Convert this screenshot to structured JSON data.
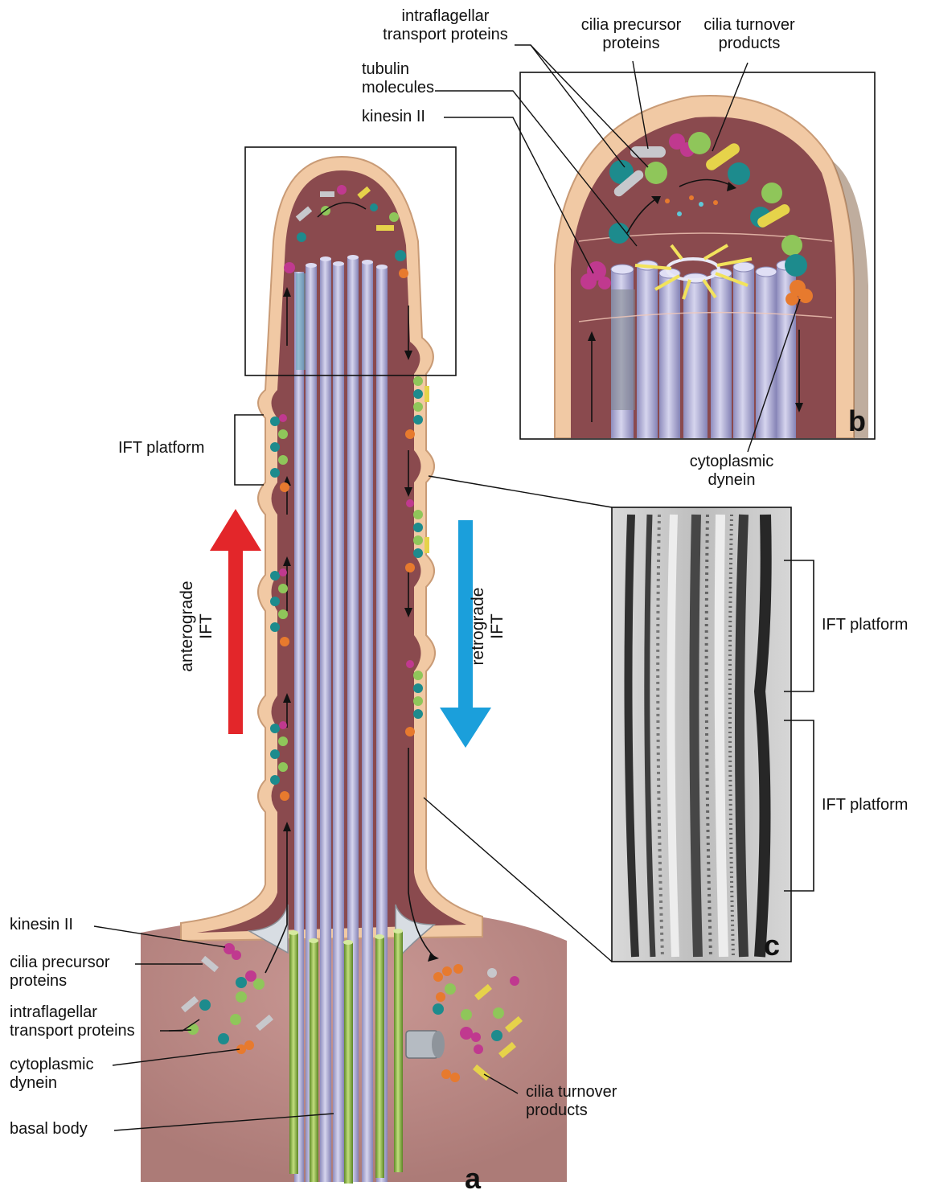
{
  "panels": {
    "a": "a",
    "b": "b",
    "c": "c"
  },
  "panel_b_labels": {
    "ift_proteins": "intraflagellar\ntransport proteins",
    "tubulin": "tubulin\nmolecules",
    "kinesin": "kinesin II",
    "precursor": "cilia precursor\nproteins",
    "turnover": "cilia turnover\nproducts",
    "dynein": "cytoplasmic\ndynein"
  },
  "panel_a_labels": {
    "ift_platform": "IFT platform",
    "anterograde": "anterograde\nIFT",
    "retrograde": "retrograde\nIFT",
    "kinesin": "kinesin II",
    "precursor": "cilia precursor\nproteins",
    "ift_proteins": "intraflagellar\ntransport proteins",
    "dynein": "cytoplasmic\ndynein",
    "basal_body": "basal body",
    "turnover": "cilia turnover\nproducts"
  },
  "panel_c_labels": {
    "ift_platform_1": "IFT platform",
    "ift_platform_2": "IFT platform"
  },
  "colors": {
    "membrane": "#f1c9a4",
    "cytoplasm": "#8a4a4e",
    "microtubule": "#b8b6dc",
    "basal_body": "#9cc14f",
    "anterograde_arrow": "#e3262a",
    "retrograde_arrow": "#1b9fdb",
    "kinesin": "#c0398f",
    "ift": "#1d8b8d",
    "precursor": "#8fc65a",
    "turnover": "#e6d34a",
    "dynein": "#e77a2e",
    "tubulin": "#c7c8cc"
  }
}
